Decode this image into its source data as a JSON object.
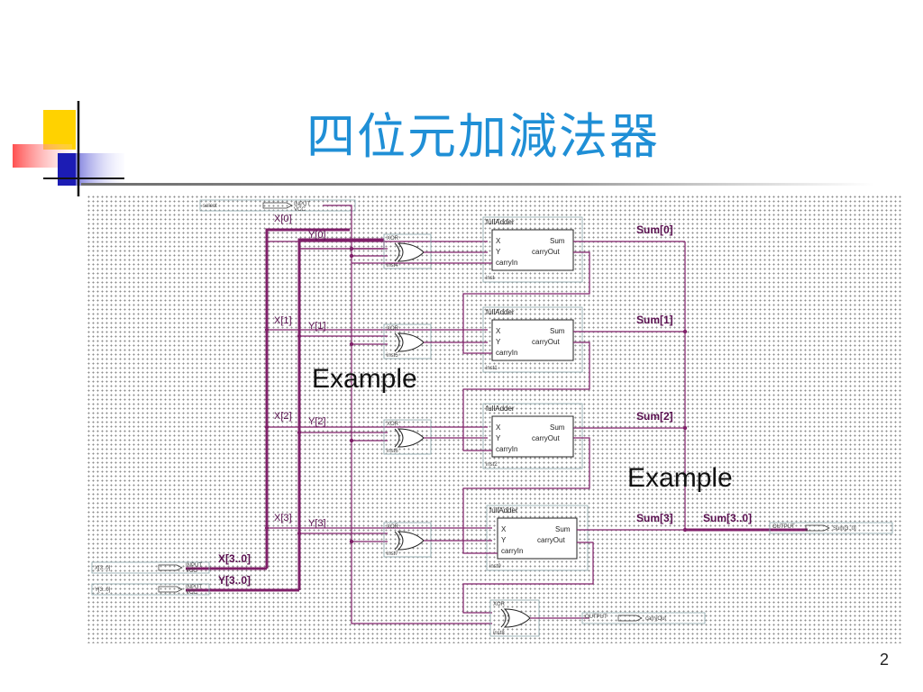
{
  "slide": {
    "title": "四位元加減法器",
    "page_number": "2",
    "example_1": "Example",
    "example_2": "Example"
  },
  "schematic": {
    "inputs": {
      "select": "select",
      "x_bus": "X[3..0]",
      "y_bus": "Y[3..0]",
      "pin_type": "INPUT",
      "pin_sub": "VCC"
    },
    "outputs": {
      "sum_bus": "Sum[3..0]",
      "carry_out": "carryOut",
      "pin_type": "OUTPUT"
    },
    "x_labels": [
      "X[0]",
      "X[1]",
      "X[2]",
      "X[3]"
    ],
    "y_labels": [
      "Y[0]",
      "Y[1]",
      "Y[2]",
      "Y[3]"
    ],
    "sum_labels": [
      "Sum[0]",
      "Sum[1]",
      "Sum[2]",
      "Sum[3]"
    ],
    "xor_gate": {
      "type": "XOR",
      "instances": [
        "inst4",
        "inst5",
        "inst6",
        "inst7",
        "inst8"
      ]
    },
    "full_adder": {
      "name": "fullAdder",
      "port_x": "X",
      "port_y": "Y",
      "port_cin": "carryIn",
      "port_sum": "Sum",
      "port_cout": "carryOut",
      "instances": [
        "inst",
        "inst1",
        "inst2",
        "inst9"
      ]
    },
    "colors": {
      "wire": "#80206a",
      "title": "#1f8fd6"
    }
  }
}
